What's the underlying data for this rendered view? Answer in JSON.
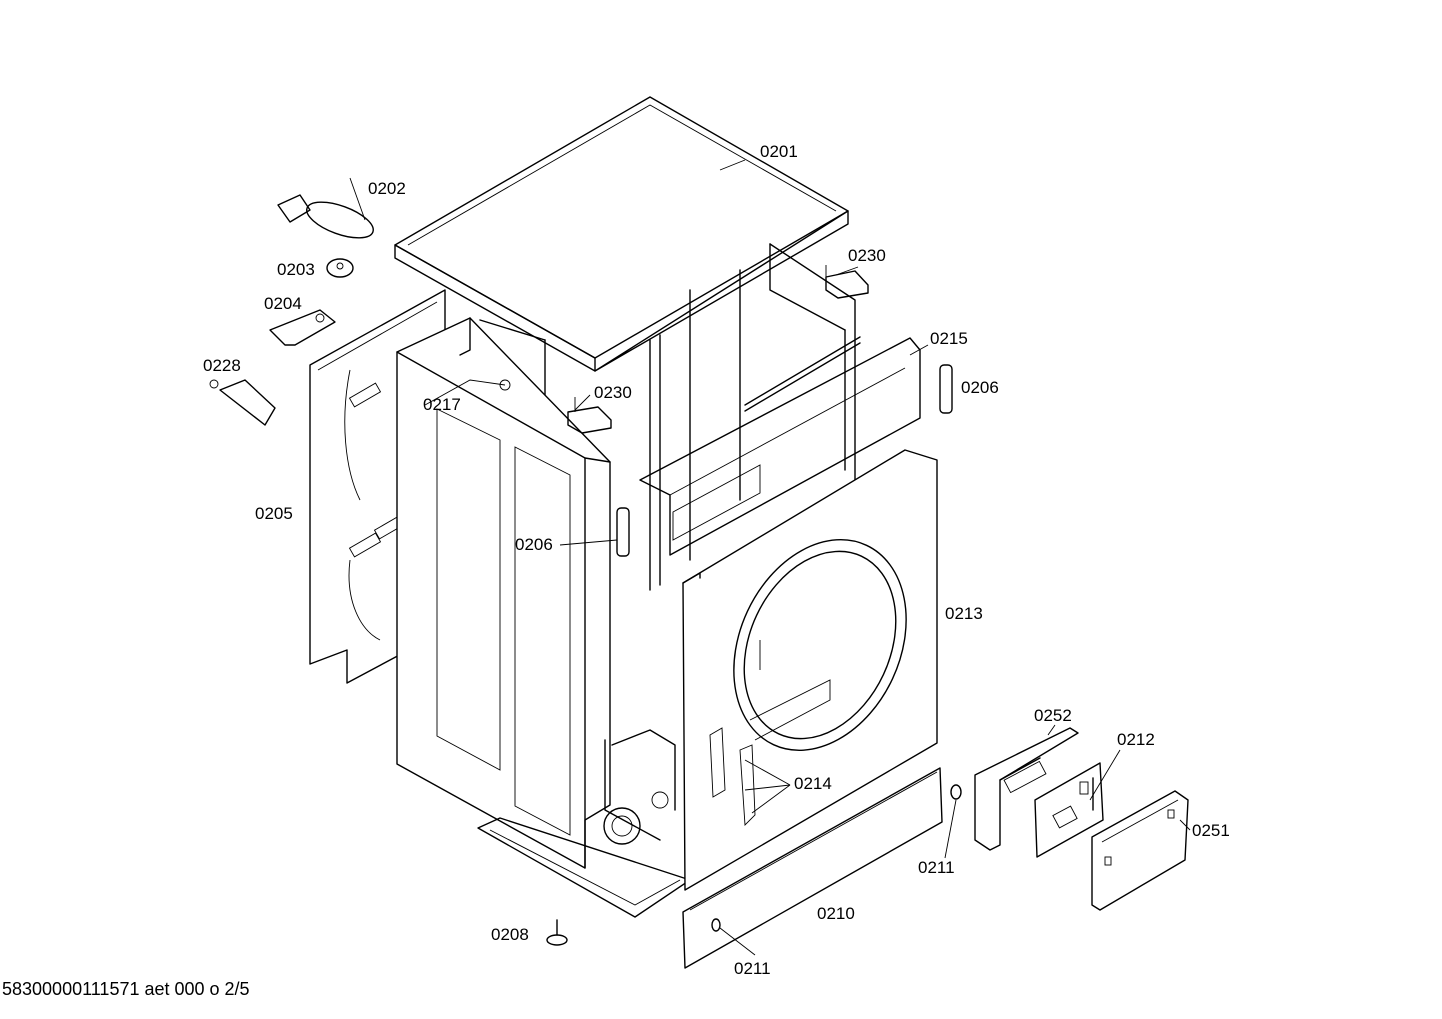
{
  "labels": {
    "p0201": "0201",
    "p0202": "0202",
    "p0203": "0203",
    "p0204": "0204",
    "p0228": "0228",
    "p0217": "0217",
    "p0205": "0205",
    "p0206a": "0206",
    "p0206b": "0206",
    "p0230a": "0230",
    "p0230b": "0230",
    "p0215": "0215",
    "p0213": "0213",
    "p0252": "0252",
    "p0212": "0212",
    "p0214": "0214",
    "p0251": "0251",
    "p0211a": "0211",
    "p0211b": "0211",
    "p0210": "0210",
    "p0208": "0208"
  },
  "footer": {
    "text": "58300000111571 aet 000 o 2/5"
  }
}
